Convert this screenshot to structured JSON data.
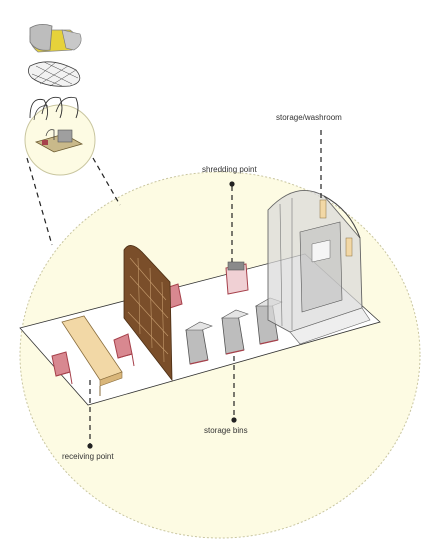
{
  "labels": {
    "storage_washroom": "storage/washroom",
    "shredding_point": "shredding point",
    "storage_bins": "storage bins",
    "receiving_point": "receiving point"
  },
  "colors": {
    "circle_fill": "#fdfbe3",
    "circle_stroke": "#c9c6a0",
    "leader": "#222222",
    "table": "#f2d8a6",
    "chair": "#a6414b",
    "screen": "#7a4e2a",
    "structure": "#8c8c8c",
    "glass": "#d9d9d9",
    "yellow_module": "#e6d23a"
  },
  "icons": {
    "module_1": "yellow-tube-module-icon",
    "module_2": "mesh-cocoon-icon",
    "module_3": "arched-frame-icon"
  }
}
